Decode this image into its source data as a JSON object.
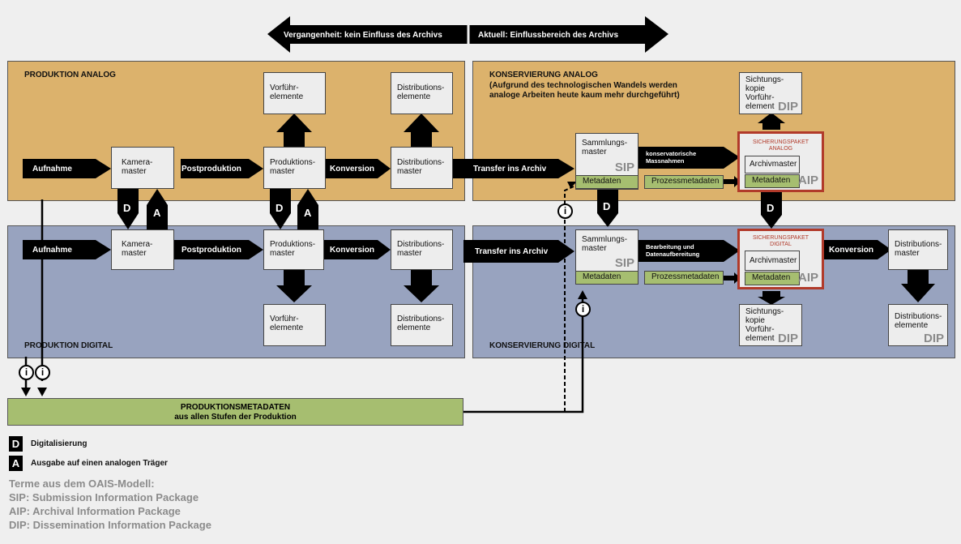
{
  "timeline": {
    "past": "Vergangenheit: kein Einfluss des Archivs",
    "present": "Aktuell: Einflussbereich des Archivs"
  },
  "panels": {
    "prod_analog": "PRODUKTION ANALOG",
    "prod_digital": "PRODUKTION DIGITAL",
    "kons_analog": "KONSERVIERUNG ANALOG",
    "kons_analog_note1": "(Aufgrund des technologischen Wandels werden",
    "kons_analog_note2": "analoge Arbeiten heute kaum mehr durchgeführt)",
    "kons_digital": "KONSERVIERUNG DIGITAL"
  },
  "analog": {
    "aufnahme": "Aufnahme",
    "kamera1": "Kamera-",
    "kamera2": "master",
    "postproduktion": "Postproduktion",
    "vorfuehr1": "Vorführ-",
    "vorfuehr2": "elemente",
    "produktion1": "Produktions-",
    "produktion2": "master",
    "konversion": "Konversion",
    "distmaster1": "Distributions-",
    "distmaster2": "master",
    "distel1": "Distributions-",
    "distel2": "elemente",
    "transfer": "Transfer ins Archiv",
    "sammlung1": "Sammlungs-",
    "sammlung2": "master",
    "sip": "SIP",
    "kons_massn1": "konservatorische",
    "kons_massn2": "Massnahmen",
    "metadaten": "Metadaten",
    "prozessmetadaten": "Prozessmetadaten",
    "sich1": "SICHERUNGSPAKET",
    "sich2": "ANALOG",
    "archivmaster": "Archivmaster",
    "metadaten2": "Metadaten",
    "aip": "AIP",
    "sicht1": "Sichtungs-",
    "sicht2": "kopie",
    "sicht3": "Vorführ-",
    "sicht4": "element",
    "dip": "DIP"
  },
  "digital": {
    "aufnahme": "Aufnahme",
    "kamera1": "Kamera-",
    "kamera2": "master",
    "postproduktion": "Postproduktion",
    "produktion1": "Produktions-",
    "produktion2": "master",
    "konversion": "Konversion",
    "distmaster1": "Distributions-",
    "distmaster2": "master",
    "vorfuehr1": "Vorführ-",
    "vorfuehr2": "elemente",
    "distel1": "Distributions-",
    "distel2": "elemente",
    "transfer": "Transfer ins Archiv",
    "sammlung1": "Sammlungs-",
    "sammlung2": "master",
    "sip": "SIP",
    "bearb1": "Bearbeitung und",
    "bearb2": "Datenaufbereitung",
    "metadaten": "Metadaten",
    "prozessmetadaten": "Prozessmetadaten",
    "sich1": "SICHERUNGSPAKET",
    "sich2": "DIGITAL",
    "archivmaster": "Archivmaster",
    "metadaten2": "Metadaten",
    "aip": "AIP",
    "konversion2": "Konversion",
    "distmaster_k1": "Distributions-",
    "distmaster_k2": "master",
    "sicht1": "Sichtungs-",
    "sicht2": "kopie",
    "sicht3": "Vorführ-",
    "sicht4": "element",
    "dip": "DIP",
    "distel_k1": "Distributions-",
    "distel_k2": "elemente",
    "dip2": "DIP"
  },
  "letters": {
    "d": "D",
    "a": "A",
    "i": "i"
  },
  "prodmeta": {
    "line1": "PRODUKTIONSMETADATEN",
    "line2": "aus allen Stufen der Produktion"
  },
  "legend": {
    "d_key": "D",
    "d_text": "Digitalisierung",
    "a_key": "A",
    "a_text": "Ausgabe auf einen analogen Träger"
  },
  "oais": {
    "l1": "Terme aus dem OAIS-Modell:",
    "l2": "SIP: Submission Information Package",
    "l3": "AIP: Archival Information Package",
    "l4": "DIP: Dissemination Information Package"
  },
  "colors": {
    "analog": "#dcb26c",
    "digital": "#98a3bf",
    "meta": "#a6be70",
    "aip_border": "#b13a2a",
    "tag": "#8a8a8a"
  }
}
